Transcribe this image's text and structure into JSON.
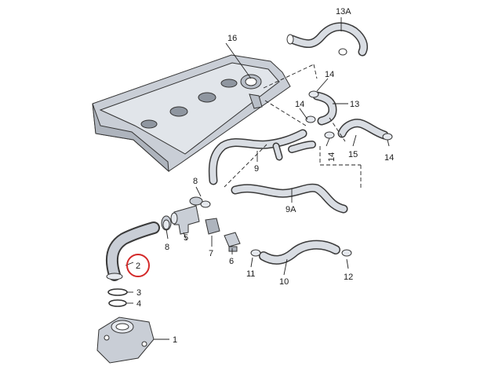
{
  "diagram": {
    "labels": {
      "p1": "1",
      "p2": "2",
      "p3": "3",
      "p4": "4",
      "p5": "5",
      "p6": "6",
      "p7": "7",
      "p8a": "8",
      "p8b": "8",
      "p9": "9",
      "p9a": "9A",
      "p10": "10",
      "p11": "11",
      "p12": "12",
      "p13": "13",
      "p13a": "13A",
      "p14a": "14",
      "p14b": "14",
      "p14c": "14",
      "p14d": "14",
      "p14e": "14",
      "p15": "15",
      "p16": "16"
    },
    "colors": {
      "part_fill": "#c9ced6",
      "part_light": "#e6e9ee",
      "outline": "#333333",
      "highlight_circle": "#d42a2a"
    }
  }
}
